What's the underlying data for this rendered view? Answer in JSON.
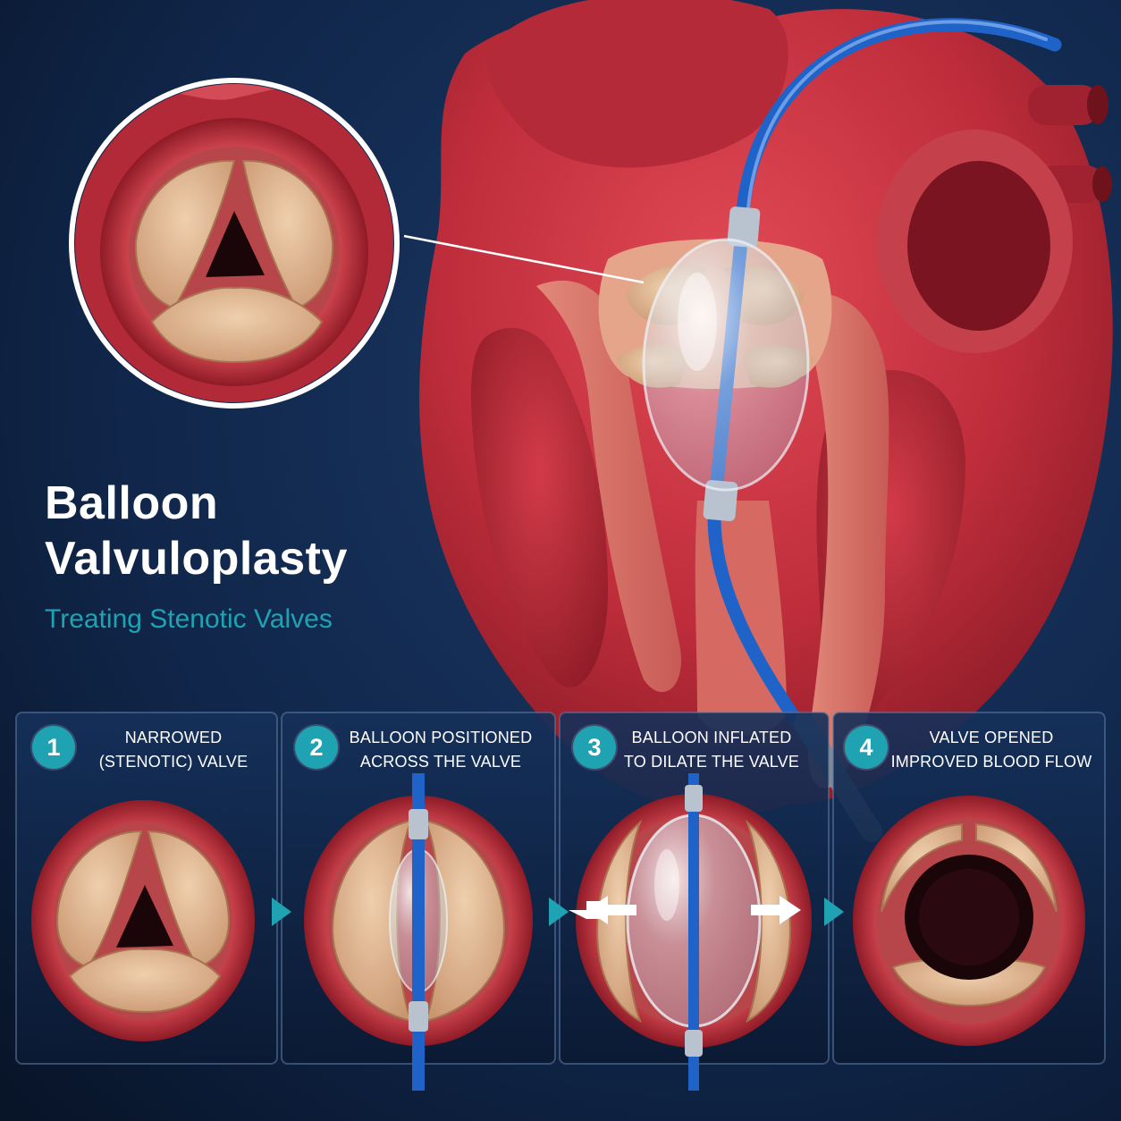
{
  "title": {
    "line1": "Balloon",
    "line2": "Valvuloplasty"
  },
  "subtitle": "Treating Stenotic Valves",
  "colors": {
    "accent": "#1fa3b3",
    "background": "#0b1a33",
    "tissue": "#c7323f",
    "leaflet": "#d8b08c",
    "catheter": "#1f63c9"
  },
  "steps": [
    {
      "number": "1",
      "line1": "NARROWED",
      "line2": "(STENOTIC) VALVE"
    },
    {
      "number": "2",
      "line1": "BALLOON POSITIONED",
      "line2": "ACROSS THE VALVE"
    },
    {
      "number": "3",
      "line1": "BALLOON INFLATED",
      "line2": "TO DILATE THE VALVE"
    },
    {
      "number": "4",
      "line1": "VALVE OPENED",
      "line2": "IMPROVED BLOOD FLOW"
    }
  ],
  "icons": {
    "step_arrow": "chevron-right-icon",
    "dilate_arrows": "double-arrow-icon"
  }
}
